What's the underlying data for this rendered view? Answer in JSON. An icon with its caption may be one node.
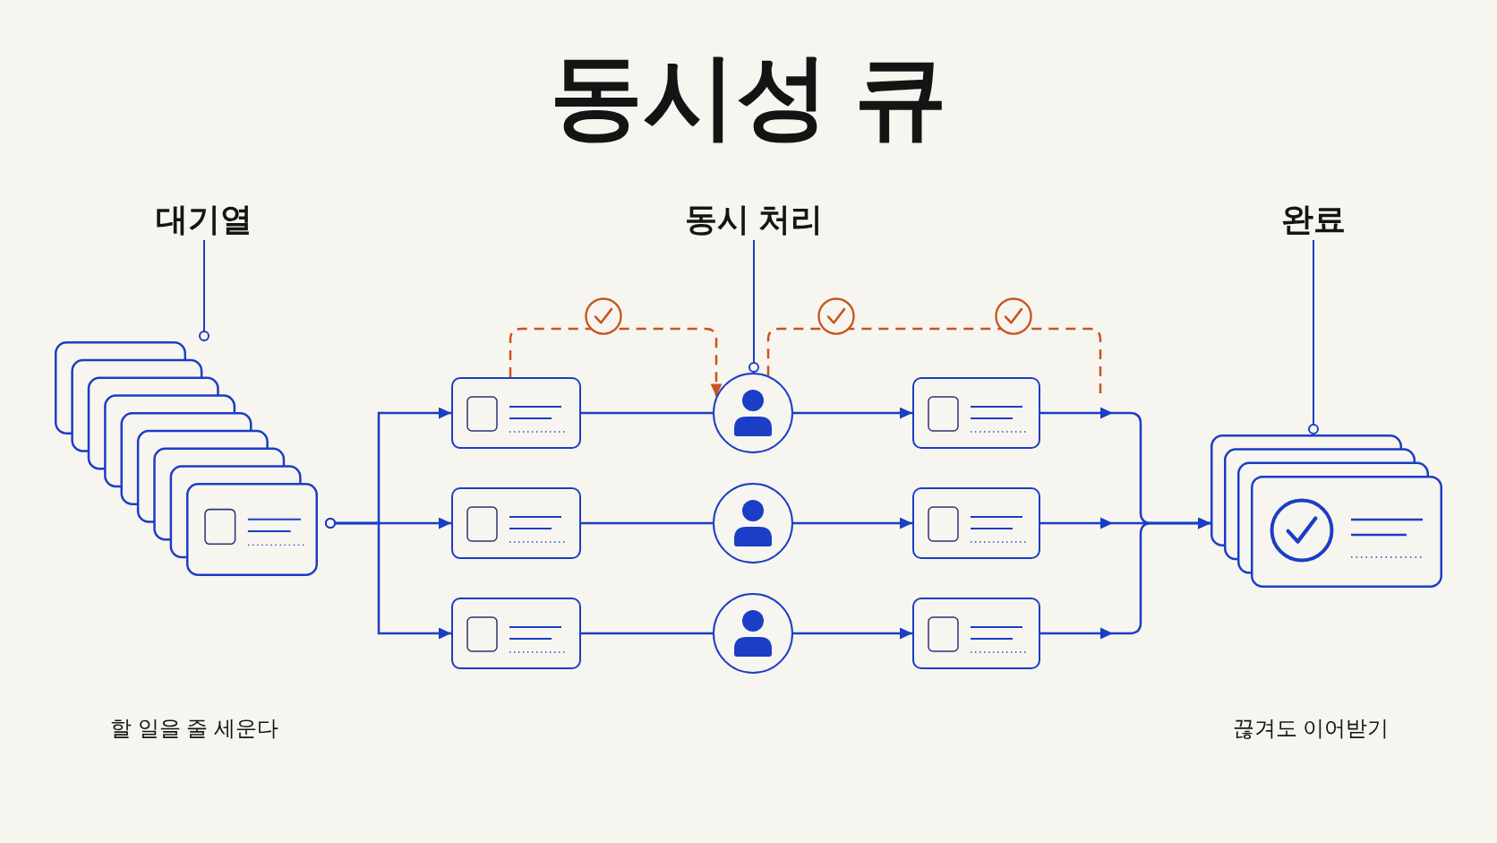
{
  "diagram": {
    "title": "동시성 큐",
    "nodes": [
      {
        "text": [
          "대기열"
        ]
      },
      {
        "text": [
          "동시 처리"
        ]
      },
      {
        "text": [
          "완료"
        ]
      },
      {
        "text": [],
        "shape": "box"
      },
      {
        "text": [],
        "shape": "box"
      },
      {
        "text": [],
        "shape": "box"
      },
      {
        "text": [],
        "shape": "box"
      },
      {
        "text": [],
        "shape": "circle"
      },
      {
        "text": [],
        "shape": "circle"
      },
      {
        "text": [],
        "shape": "circle"
      },
      {
        "text": [],
        "shape": "box"
      },
      {
        "text": [],
        "shape": "box"
      },
      {
        "text": [],
        "shape": "box"
      },
      {
        "text": [],
        "shape": "box"
      }
    ],
    "edges": [
      {
        "from": 0,
        "to": 3,
        "arrow": "other"
      },
      {
        "from": 1,
        "to": 7,
        "arrow": "other"
      },
      {
        "from": 2,
        "to": 13,
        "arrow": "other"
      },
      {
        "from": 3,
        "to": 4,
        "arrow": "to"
      },
      {
        "from": 3,
        "to": 5,
        "arrow": "to"
      },
      {
        "from": 3,
        "to": 6,
        "arrow": "to"
      },
      {
        "from": 4,
        "to": 7,
        "arrow": "none"
      },
      {
        "from": 5,
        "to": 8,
        "arrow": "none"
      },
      {
        "from": 6,
        "to": 9,
        "arrow": "none"
      },
      {
        "from": 7,
        "to": 10,
        "arrow": "to"
      },
      {
        "from": 8,
        "to": 11,
        "arrow": "to"
      },
      {
        "from": 9,
        "to": 12,
        "arrow": "to"
      },
      {
        "from": 10,
        "to": 13,
        "arrow": "to"
      },
      {
        "from": 11,
        "to": 13,
        "arrow": "to"
      },
      {
        "from": 12,
        "to": 13,
        "arrow": "to"
      },
      {
        "from": 4,
        "to": 7,
        "arrow": "to",
        "style": "dashed",
        "color": "#c9531f"
      },
      {
        "from": 7,
        "to": null,
        "arrow": "none",
        "style": "dashed",
        "color": "#c9531f"
      }
    ],
    "labels": [
      "할 일을 줄 세운다",
      "끊겨도 이어받기"
    ]
  }
}
